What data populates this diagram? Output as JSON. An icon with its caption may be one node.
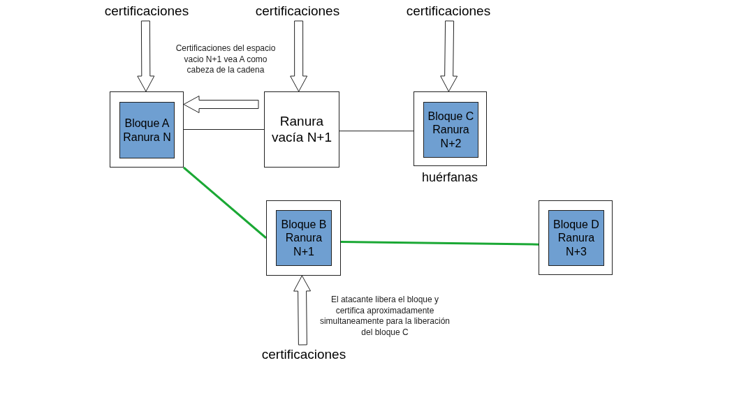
{
  "diagram": {
    "nodes": [
      {
        "text": [
          "certificaciones"
        ]
      },
      {
        "text": [
          "certificaciones"
        ]
      },
      {
        "text": [
          "certificaciones"
        ]
      },
      {
        "text": [],
        "shape": "box"
      },
      {
        "text": [
          "Bloque A Ranura N"
        ],
        "in": 3
      },
      {
        "text": [
          "Ranura vacía N+1"
        ]
      },
      {
        "text": [],
        "shape": "box",
        "beside": [
          "huérfanas"
        ]
      },
      {
        "text": [
          "Bloque C Ranura N+2"
        ],
        "in": 6
      },
      {
        "text": [],
        "shape": "box"
      },
      {
        "text": [
          "Bloque B Ranura N+1"
        ],
        "in": 8
      },
      {
        "text": [],
        "shape": "box"
      },
      {
        "text": [
          "Bloque D Ranura N+3"
        ],
        "in": 10
      },
      {
        "text": [
          "certificaciones"
        ]
      }
    ],
    "edges": [
      {
        "from": 0,
        "to": 3,
        "arrow": "to"
      },
      {
        "from": 1,
        "to": 5,
        "arrow": "to"
      },
      {
        "from": 2,
        "to": 6,
        "arrow": "to"
      },
      {
        "from": 5,
        "to": 3,
        "arrow": "to"
      },
      {
        "from": 3,
        "to": 5,
        "arrow": "none"
      },
      {
        "from": 5,
        "to": 6,
        "arrow": "none"
      },
      {
        "from": 3,
        "to": 8,
        "arrow": "none",
        "style": "thick",
        "color": "#1aa834"
      },
      {
        "from": 8,
        "to": 10,
        "arrow": "none",
        "style": "thick",
        "color": "#1aa834"
      },
      {
        "from": 12,
        "to": 8,
        "arrow": "to"
      }
    ],
    "labels": [
      "Certificaciones del espacio vacio N+1 vea A como cabeza de la cadena",
      "El atacante libera el bloque y certifica aproximadamente simultaneamente para la liberación del bloque C"
    ]
  }
}
